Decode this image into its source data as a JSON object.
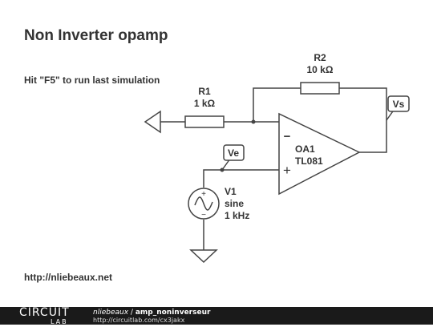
{
  "title": "Non Inverter opamp",
  "hint": "Hit \"F5\" to run last simulation",
  "url": "http://nliebeaux.net",
  "components": {
    "r1": {
      "name": "R1",
      "value": "1 kΩ"
    },
    "r2": {
      "name": "R2",
      "value": "10 kΩ"
    },
    "oa1": {
      "name": "OA1",
      "model": "TL081",
      "minus": "−",
      "plus": "+"
    },
    "v1": {
      "name": "V1",
      "type": "sine",
      "freq": "1 kHz",
      "plus": "+",
      "minus": "−"
    },
    "probe_vs": "Vs",
    "probe_ve": "Ve"
  },
  "footer": {
    "logo_top": "CIRCUIT",
    "logo_bottom": "LAB",
    "author": "nliebeaux",
    "separator": " / ",
    "project": "amp_noninverseur",
    "link": "http://circuitlab.com/cx3jakx"
  }
}
